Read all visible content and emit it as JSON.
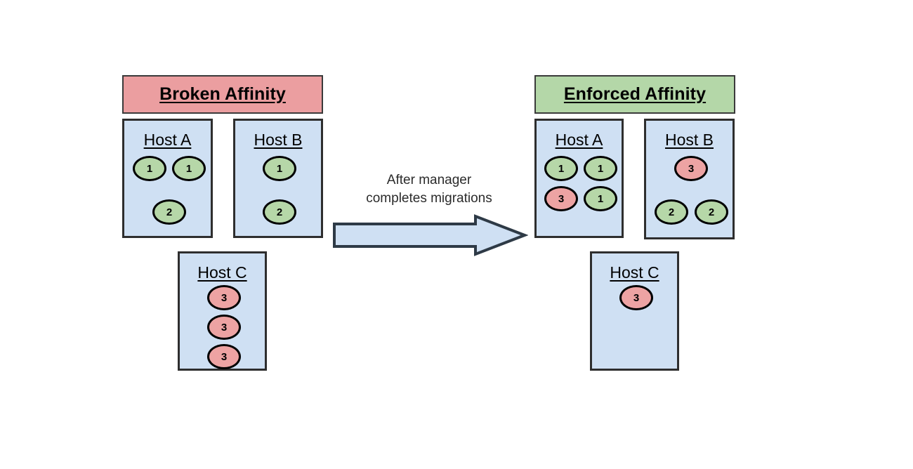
{
  "diagram": {
    "background_color": "#ffffff",
    "panels": [
      {
        "id": "broken",
        "banner_label": "Broken Affinity",
        "banner_color": "#eb9ea0",
        "hosts": [
          {
            "id": "broken-host-a",
            "title": "Host A",
            "vms": [
              {
                "label": "1",
                "color": "green"
              },
              {
                "label": "1",
                "color": "green"
              },
              {
                "label": "2",
                "color": "green"
              }
            ]
          },
          {
            "id": "broken-host-b",
            "title": "Host B",
            "vms": [
              {
                "label": "1",
                "color": "green"
              },
              {
                "label": "2",
                "color": "green"
              }
            ]
          },
          {
            "id": "broken-host-c",
            "title": "Host C",
            "vms": [
              {
                "label": "3",
                "color": "red"
              },
              {
                "label": "3",
                "color": "red"
              },
              {
                "label": "3",
                "color": "red"
              }
            ]
          }
        ]
      },
      {
        "id": "enforced",
        "banner_label": "Enforced Affinity",
        "banner_color": "#b4d7a8",
        "hosts": [
          {
            "id": "enforced-host-a",
            "title": "Host A",
            "vms": [
              {
                "label": "1",
                "color": "green"
              },
              {
                "label": "1",
                "color": "green"
              },
              {
                "label": "3",
                "color": "red"
              },
              {
                "label": "1",
                "color": "green"
              }
            ]
          },
          {
            "id": "enforced-host-b",
            "title": "Host B",
            "vms": [
              {
                "label": "3",
                "color": "red"
              },
              {
                "label": "2",
                "color": "green"
              },
              {
                "label": "2",
                "color": "green"
              }
            ]
          },
          {
            "id": "enforced-host-c",
            "title": "Host C",
            "vms": [
              {
                "label": "3",
                "color": "red"
              }
            ]
          }
        ]
      }
    ],
    "transition": {
      "caption_line1": "After manager",
      "caption_line2": "completes migrations",
      "arrow_fill": "#cfe0f3",
      "arrow_stroke": "#2e3a46"
    }
  }
}
